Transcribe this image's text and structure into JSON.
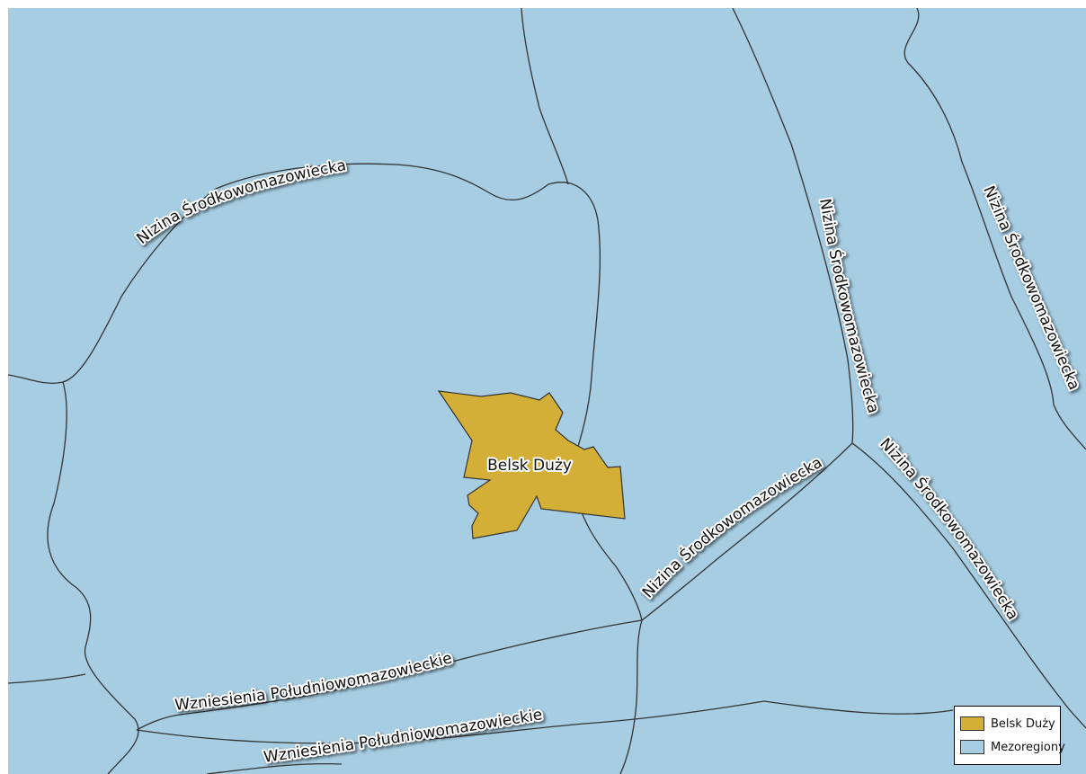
{
  "colors": {
    "mezoregion_fill": "#a6cde2",
    "highlight_fill": "#d4af37",
    "boundary": "#333333",
    "frame": "#ffffff"
  },
  "map": {
    "highlight_label": "Belsk Duży",
    "region_labels": [
      "Nizina Środkowomazowiecka",
      "Nizina Środkowomazowiecka",
      "Nizina Środkowomazowiecka",
      "Nizina Środkowomazowiecka",
      "Nizina Środkowomazowiecka",
      "Wzniesienia Południowomazowieckie",
      "Wzniesienia Południowomazowieckie"
    ]
  },
  "legend": {
    "items": [
      {
        "label": "Belsk Duży",
        "color": "#d4af37"
      },
      {
        "label": "Mezoregiony",
        "color": "#a6cde2"
      }
    ]
  }
}
